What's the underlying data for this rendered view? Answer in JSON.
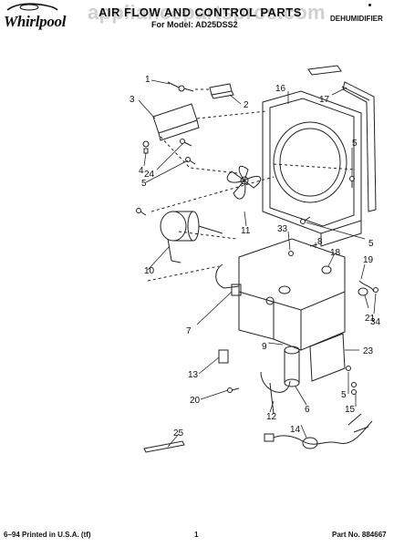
{
  "header": {
    "brand": "Whirlpool",
    "title": "AIR FLOW AND CONTROL PARTS",
    "model_line": "For Model: AD25DSS2",
    "category": "DEHUMIDIFIER",
    "watermark": "appliancepartspros.com",
    "tick": "•"
  },
  "callouts": [
    "1",
    "2",
    "3",
    "4",
    "5",
    "5",
    "5",
    "5",
    "6",
    "7",
    "8",
    "9",
    "10",
    "11",
    "12",
    "13",
    "14",
    "15",
    "16",
    "17",
    "18",
    "19",
    "20",
    "21",
    "23",
    "24",
    "25",
    "33",
    "34"
  ],
  "footer": {
    "printed": "6–94 Printed in U.S.A. (tf)",
    "page": "1",
    "part_no": "Part No. 884667"
  }
}
